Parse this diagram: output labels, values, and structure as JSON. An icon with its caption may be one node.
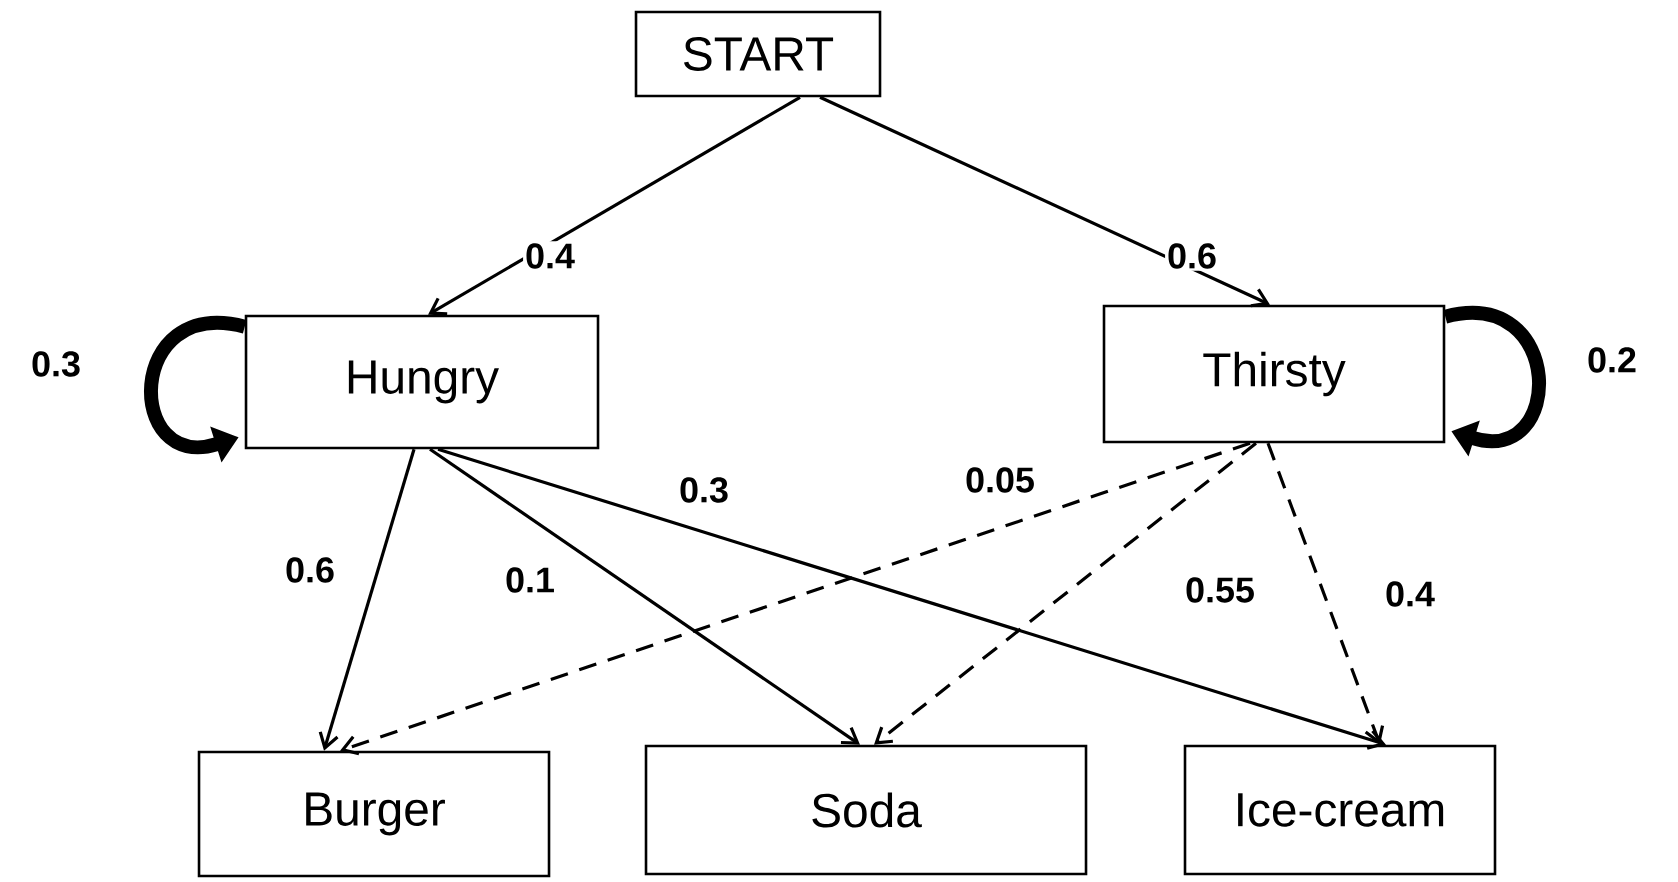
{
  "diagram": {
    "nodes": [
      {
        "text": [
          "START"
        ]
      },
      {
        "text": [
          "Hungry"
        ]
      },
      {
        "text": [
          "Thirsty"
        ]
      },
      {
        "text": [
          "Burger"
        ]
      },
      {
        "text": [
          "Soda"
        ]
      },
      {
        "text": [
          "Ice-cream"
        ]
      }
    ],
    "edges": [
      {
        "from": 0,
        "to": 1,
        "arrow": "to",
        "label": "0.4"
      },
      {
        "from": 0,
        "to": 2,
        "arrow": "to",
        "label": "0.6"
      },
      {
        "from": 1,
        "to": 1,
        "arrow": "to",
        "label": "0.3",
        "style": "thick"
      },
      {
        "from": 2,
        "to": 2,
        "arrow": "to",
        "label": "0.2",
        "style": "thick"
      },
      {
        "from": 1,
        "to": 3,
        "arrow": "to",
        "label": "0.6"
      },
      {
        "from": 1,
        "to": 4,
        "arrow": "to",
        "label": "0.1"
      },
      {
        "from": 1,
        "to": 5,
        "arrow": "to",
        "label": "0.3"
      },
      {
        "from": 2,
        "to": 3,
        "arrow": "to",
        "label": "0.05",
        "style": "dashed"
      },
      {
        "from": 2,
        "to": 4,
        "arrow": "to",
        "label": "0.55",
        "style": "dashed"
      },
      {
        "from": 2,
        "to": 5,
        "arrow": "to",
        "label": "0.4",
        "style": "dashed"
      }
    ]
  }
}
